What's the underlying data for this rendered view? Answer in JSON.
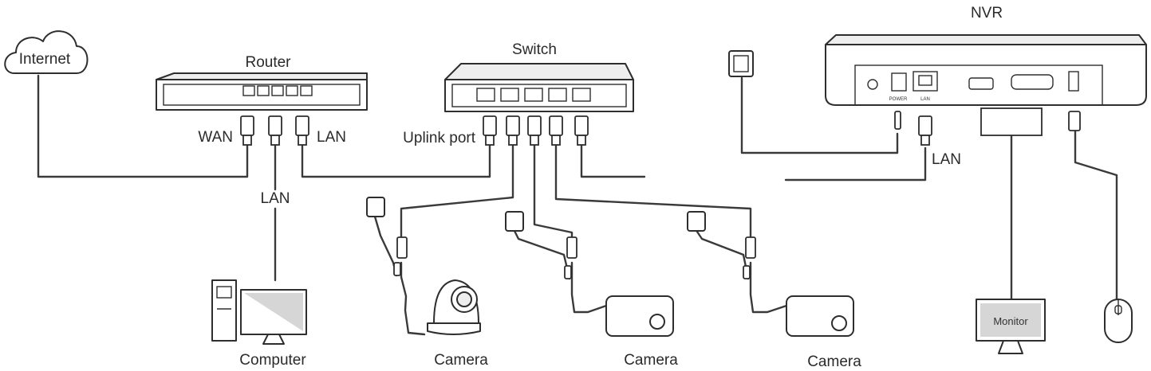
{
  "labels": {
    "internet": "Internet",
    "router": "Router",
    "wan": "WAN",
    "router_lan": "LAN",
    "computer_lan": "LAN",
    "switch": "Switch",
    "uplink": "Uplink port",
    "nvr": "NVR",
    "nvr_lan": "LAN",
    "computer": "Computer",
    "camera1": "Camera",
    "camera2": "Camera",
    "camera3": "Camera",
    "monitor": "Monitor"
  },
  "nvr_ports": {
    "power": "POWER",
    "lan": "LAN"
  },
  "colors": {
    "line": "#3a3a3a",
    "device_outline": "#2e2e2e",
    "screen_gray": "#d6d6d6"
  }
}
